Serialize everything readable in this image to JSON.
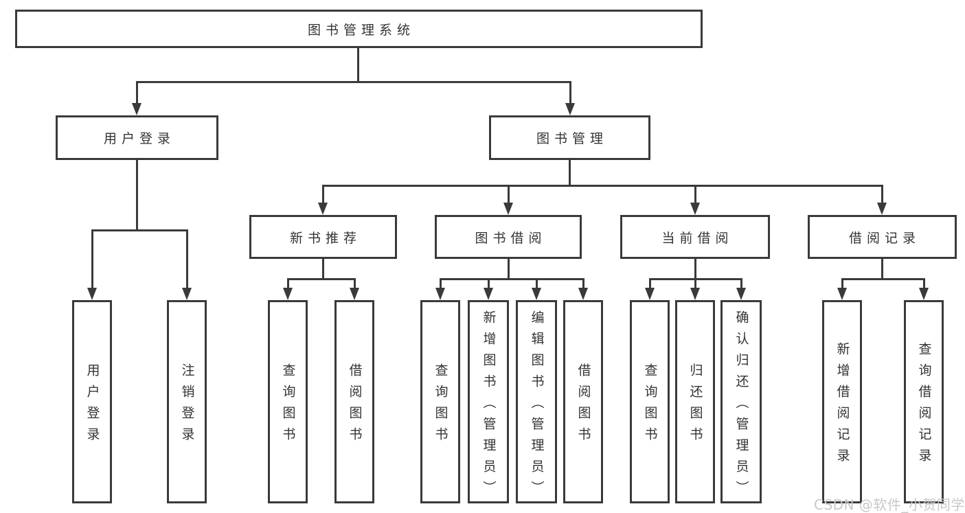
{
  "page": {
    "background": "#ffffff"
  },
  "colors": {
    "line": "#3a3a3a",
    "node_border": "#3a3a3a",
    "node_text": "#333333",
    "node_fill": "#ffffff",
    "watermark": "#c8c8c8"
  },
  "tree": {
    "root": "图书管理系统",
    "level2": [
      "用户登录",
      "图书管理"
    ],
    "level3": [
      "新书推荐",
      "图书借阅",
      "当前借阅",
      "借阅记录"
    ],
    "leaves": {
      "user_login": [
        "用户登录",
        "注销登录"
      ],
      "new_book_recommend": [
        "查询图书",
        "借阅图书"
      ],
      "book_borrow": [
        "查询图书",
        "新增图书（管理员）",
        "编辑图书（管理员）",
        "借阅图书"
      ],
      "current_borrow": [
        "查询图书",
        "归还图书",
        "确认归还（管理员）"
      ],
      "borrow_records": [
        "新增借阅记录",
        "查询借阅记录"
      ]
    }
  },
  "watermark": {
    "text": "CSDN @软件_小贺同学"
  }
}
